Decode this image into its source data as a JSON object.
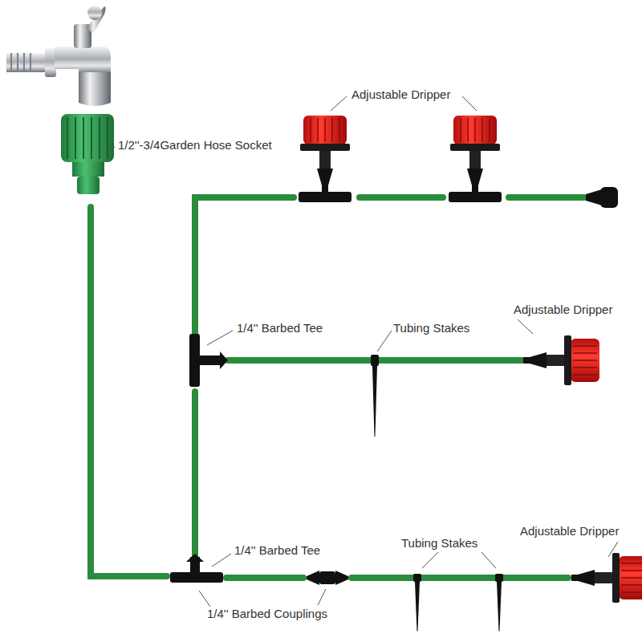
{
  "diagram": {
    "labels": [
      "Adjustable Dripper",
      "1/2''-3/4Garden Hose Socket",
      "Adjustable Dripper",
      "1/4'' Barbed Tee",
      "Tubing Stakes",
      "Tubing Stakes",
      "Adjustable Dripper",
      "1/4'' Barbed Tee",
      "1/4'' Barbed Couplings"
    ]
  }
}
